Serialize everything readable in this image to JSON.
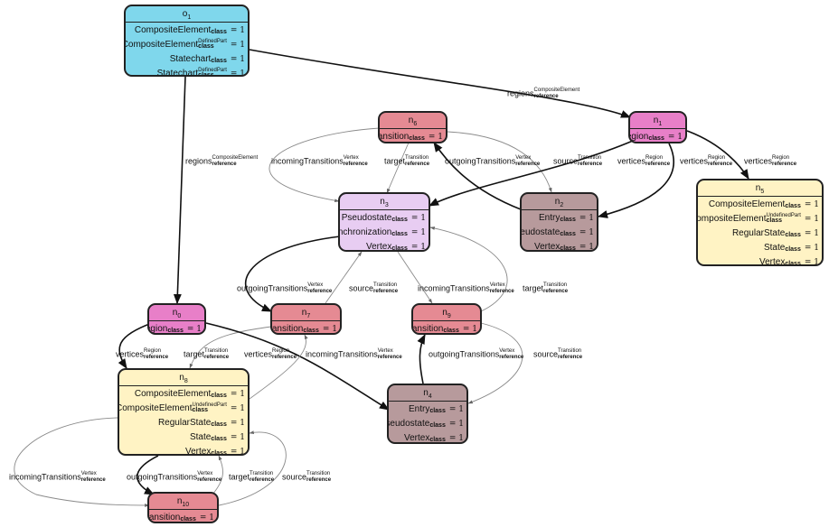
{
  "colors": {
    "object": "#7fd7ec",
    "region": "#e87fc8",
    "transition": "#e58a93",
    "pseudostate": "#e8cdf2",
    "entry": "#b79a9c",
    "state": "#fff3c4"
  },
  "nodes": [
    {
      "id": "o1",
      "title": "o",
      "sub": "1",
      "kind": "object",
      "attrs": [
        {
          "name": "CompositeElement",
          "sub": "class",
          "sup": "",
          "val": "= 1"
        },
        {
          "name": "CompositeElement",
          "sub": "class",
          "sup": "DefinedPart",
          "val": "= 1"
        },
        {
          "name": "Statechart",
          "sub": "class",
          "sup": "",
          "val": "= 1"
        },
        {
          "name": "Statechart",
          "sub": "class",
          "sup": "DefinedPart",
          "val": "= 1"
        }
      ]
    },
    {
      "id": "n1",
      "title": "n",
      "sub": "1",
      "kind": "region",
      "attrs": [
        {
          "name": "Region",
          "sub": "class",
          "sup": "",
          "val": "= 1"
        }
      ]
    },
    {
      "id": "n6",
      "title": "n",
      "sub": "6",
      "kind": "transition",
      "attrs": [
        {
          "name": "Transition",
          "sub": "class",
          "sup": "",
          "val": "= 1"
        }
      ]
    },
    {
      "id": "n3",
      "title": "n",
      "sub": "3",
      "kind": "pseudostate",
      "attrs": [
        {
          "name": "Pseudostate",
          "sub": "class",
          "sup": "",
          "val": "= 1"
        },
        {
          "name": "Synchronization",
          "sub": "class",
          "sup": "",
          "val": "= 1"
        },
        {
          "name": "Vertex",
          "sub": "class",
          "sup": "",
          "val": "= 1"
        }
      ]
    },
    {
      "id": "n2",
      "title": "n",
      "sub": "2",
      "kind": "entry",
      "attrs": [
        {
          "name": "Entry",
          "sub": "class",
          "sup": "",
          "val": "= 1"
        },
        {
          "name": "Pseudostate",
          "sub": "class",
          "sup": "",
          "val": "= 1"
        },
        {
          "name": "Vertex",
          "sub": "class",
          "sup": "",
          "val": "= 1"
        }
      ]
    },
    {
      "id": "n5",
      "title": "n",
      "sub": "5",
      "kind": "state",
      "attrs": [
        {
          "name": "CompositeElement",
          "sub": "class",
          "sup": "",
          "val": "= 1"
        },
        {
          "name": "CompositeElement",
          "sub": "class",
          "sup": "UndefinedPart",
          "val": "= 1"
        },
        {
          "name": "RegularState",
          "sub": "class",
          "sup": "",
          "val": "= 1"
        },
        {
          "name": "State",
          "sub": "class",
          "sup": "",
          "val": "= 1"
        },
        {
          "name": "Vertex",
          "sub": "class",
          "sup": "",
          "val": "= 1"
        }
      ]
    },
    {
      "id": "n0",
      "title": "n",
      "sub": "0",
      "kind": "region",
      "attrs": [
        {
          "name": "Region",
          "sub": "class",
          "sup": "",
          "val": "= 1"
        }
      ]
    },
    {
      "id": "n7",
      "title": "n",
      "sub": "7",
      "kind": "transition",
      "attrs": [
        {
          "name": "Transition",
          "sub": "class",
          "sup": "",
          "val": "= 1"
        }
      ]
    },
    {
      "id": "n9",
      "title": "n",
      "sub": "9",
      "kind": "transition",
      "attrs": [
        {
          "name": "Transition",
          "sub": "class",
          "sup": "",
          "val": "= 1"
        }
      ]
    },
    {
      "id": "n8",
      "title": "n",
      "sub": "8",
      "kind": "state",
      "attrs": [
        {
          "name": "CompositeElement",
          "sub": "class",
          "sup": "",
          "val": "= 1"
        },
        {
          "name": "CompositeElement",
          "sub": "class",
          "sup": "UndefinedPart",
          "val": "= 1"
        },
        {
          "name": "RegularState",
          "sub": "class",
          "sup": "",
          "val": "= 1"
        },
        {
          "name": "State",
          "sub": "class",
          "sup": "",
          "val": "= 1"
        },
        {
          "name": "Vertex",
          "sub": "class",
          "sup": "",
          "val": "= 1"
        }
      ]
    },
    {
      "id": "n4",
      "title": "n",
      "sub": "4",
      "kind": "entry",
      "attrs": [
        {
          "name": "Entry",
          "sub": "class",
          "sup": "",
          "val": "= 1"
        },
        {
          "name": "Pseudostate",
          "sub": "class",
          "sup": "",
          "val": "= 1"
        },
        {
          "name": "Vertex",
          "sub": "class",
          "sup": "",
          "val": "= 1"
        }
      ]
    },
    {
      "id": "n10",
      "title": "n",
      "sub": "10",
      "kind": "transition",
      "attrs": [
        {
          "name": "Transition",
          "sub": "class",
          "sup": "",
          "val": "= 1"
        }
      ]
    }
  ],
  "edges": [
    {
      "id": "e1",
      "name": "regions",
      "sup": "CompositeElement",
      "sub": "reference",
      "bold": true
    },
    {
      "id": "e2",
      "name": "regions",
      "sup": "CompositeElement",
      "sub": "reference",
      "bold": true
    },
    {
      "id": "e3",
      "name": "incomingTransitions",
      "sup": "Vertex",
      "sub": "reference",
      "bold": false
    },
    {
      "id": "e4",
      "name": "target",
      "sup": "Transition",
      "sub": "reference",
      "bold": false
    },
    {
      "id": "e5",
      "name": "outgoingTransitions",
      "sup": "Vertex",
      "sub": "reference",
      "bold": true
    },
    {
      "id": "e6",
      "name": "source",
      "sup": "Transition",
      "sub": "reference",
      "bold": false
    },
    {
      "id": "e7",
      "name": "vertices",
      "sup": "Region",
      "sub": "reference",
      "bold": true
    },
    {
      "id": "e8",
      "name": "vertices",
      "sup": "Region",
      "sub": "reference",
      "bold": true
    },
    {
      "id": "e9",
      "name": "vertices",
      "sup": "Region",
      "sub": "reference",
      "bold": true
    },
    {
      "id": "e10",
      "name": "outgoingTransitions",
      "sup": "Vertex",
      "sub": "reference",
      "bold": true
    },
    {
      "id": "e11",
      "name": "source",
      "sup": "Transition",
      "sub": "reference",
      "bold": false
    },
    {
      "id": "e12",
      "name": "incomingTransitions",
      "sup": "Vertex",
      "sub": "reference",
      "bold": false
    },
    {
      "id": "e13",
      "name": "target",
      "sup": "Transition",
      "sub": "reference",
      "bold": false
    },
    {
      "id": "e14",
      "name": "vertices",
      "sup": "Region",
      "sub": "reference",
      "bold": true
    },
    {
      "id": "e15",
      "name": "target",
      "sup": "Transition",
      "sub": "reference",
      "bold": false
    },
    {
      "id": "e16",
      "name": "vertices",
      "sup": "Region",
      "sub": "reference",
      "bold": true
    },
    {
      "id": "e17",
      "name": "incomingTransitions",
      "sup": "Vertex",
      "sub": "reference",
      "bold": false
    },
    {
      "id": "e18",
      "name": "outgoingTransitions",
      "sup": "Vertex",
      "sub": "reference",
      "bold": true
    },
    {
      "id": "e19",
      "name": "source",
      "sup": "Transition",
      "sub": "reference",
      "bold": false
    },
    {
      "id": "e20",
      "name": "incomingTransitions",
      "sup": "Vertex",
      "sub": "reference",
      "bold": false
    },
    {
      "id": "e21",
      "name": "outgoingTransitions",
      "sup": "Vertex",
      "sub": "reference",
      "bold": true
    },
    {
      "id": "e22",
      "name": "target",
      "sup": "Transition",
      "sub": "reference",
      "bold": false
    },
    {
      "id": "e23",
      "name": "source",
      "sup": "Transition",
      "sub": "reference",
      "bold": false
    }
  ]
}
